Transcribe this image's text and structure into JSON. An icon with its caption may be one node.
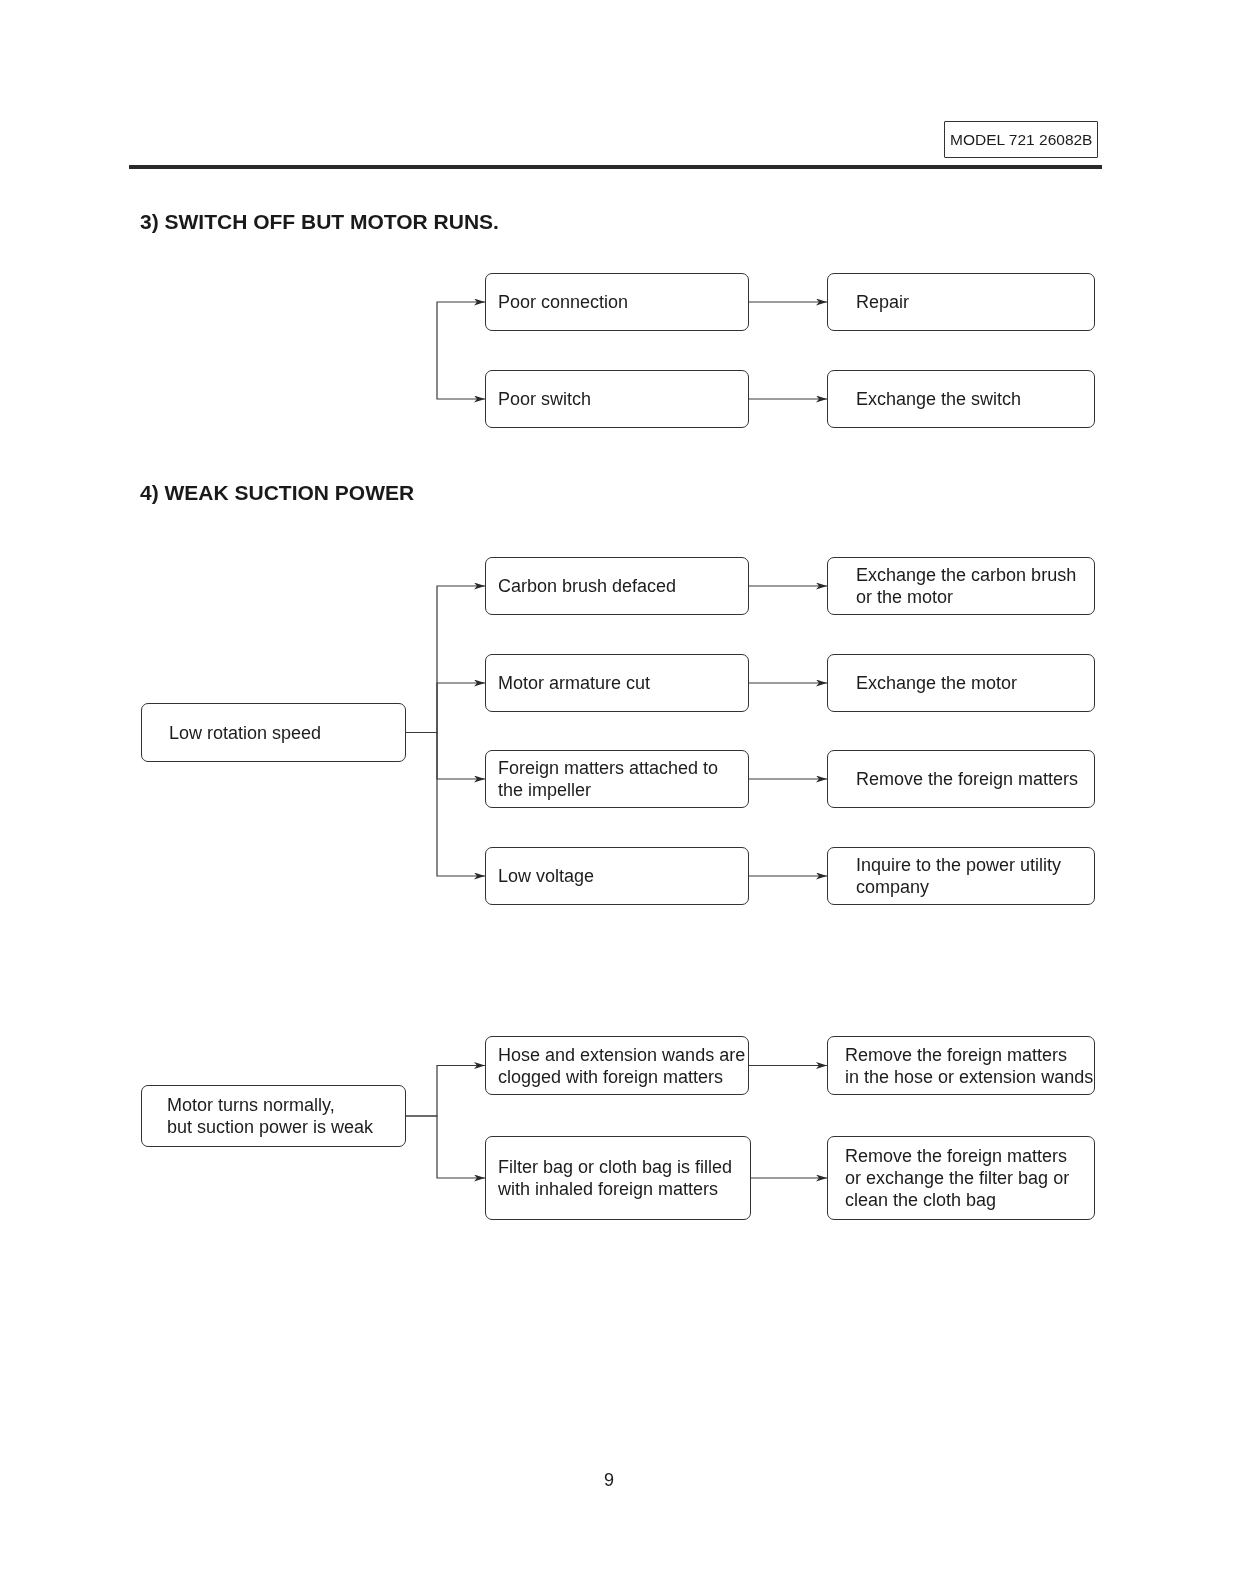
{
  "diagram": {
    "nodes": [
      {
        "text": [
          "MODEL 721 26082B"
        ]
      },
      {
        "text": [
          "Poor connection"
        ]
      },
      {
        "text": [
          "Repair"
        ]
      },
      {
        "text": [
          "Poor switch"
        ]
      },
      {
        "text": [
          "Exchange the switch"
        ]
      },
      {
        "text": [
          "Low rotation speed"
        ]
      },
      {
        "text": [
          "Carbon brush defaced"
        ]
      },
      {
        "text": [
          "Exchange the carbon brush or the motor"
        ]
      },
      {
        "text": [
          "Motor armature cut"
        ]
      },
      {
        "text": [
          "Exchange the motor"
        ]
      },
      {
        "text": [
          "Foreign matters attached to the impeller"
        ]
      },
      {
        "text": [
          "Remove the foreign matters"
        ]
      },
      {
        "text": [
          "Low voltage"
        ]
      },
      {
        "text": [
          "Inquire to the power utility company"
        ]
      },
      {
        "text": [
          "Motor turns normally, but suction power is weak"
        ]
      },
      {
        "text": [
          "Hose and extension wands are clogged with foreign matters"
        ]
      },
      {
        "text": [
          "Remove the foreign matters in the hose or extension wands"
        ]
      },
      {
        "text": [
          "Filter bag or cloth bag is filled with inhaled foreign matters"
        ]
      },
      {
        "text": [
          "Remove the foreign matters or exchange the filter bag or clean the cloth bag"
        ]
      }
    ],
    "edges": [
      {
        "from": null,
        "to": 1,
        "arrow": "to"
      },
      {
        "from": null,
        "to": 3,
        "arrow": "to"
      },
      {
        "from": 1,
        "to": 2,
        "arrow": "to"
      },
      {
        "from": 3,
        "to": 4,
        "arrow": "to"
      },
      {
        "from": 5,
        "to": 6,
        "arrow": "to"
      },
      {
        "from": 5,
        "to": 8,
        "arrow": "to"
      },
      {
        "from": 5,
        "to": 10,
        "arrow": "to"
      },
      {
        "from": 5,
        "to": 12,
        "arrow": "to"
      },
      {
        "from": 6,
        "to": 7,
        "arrow": "to"
      },
      {
        "from": 8,
        "to": 9,
        "arrow": "to"
      },
      {
        "from": 10,
        "to": 11,
        "arrow": "to"
      },
      {
        "from": 12,
        "to": 13,
        "arrow": "to"
      },
      {
        "from": 14,
        "to": 15,
        "arrow": "to"
      },
      {
        "from": 14,
        "to": 17,
        "arrow": "to"
      },
      {
        "from": 15,
        "to": 16,
        "arrow": "to"
      },
      {
        "from": 17,
        "to": 18,
        "arrow": "to"
      }
    ],
    "labels": [
      "3) SWITCH OFF BUT MOTOR RUNS.",
      "4) WEAK SUCTION POWER",
      "9"
    ]
  }
}
